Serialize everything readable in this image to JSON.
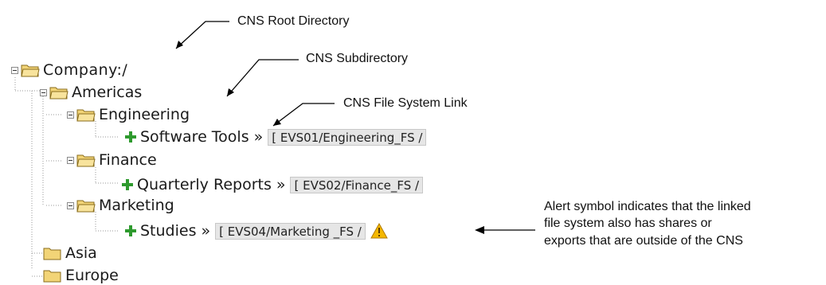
{
  "callouts": {
    "root": "CNS Root Directory",
    "subdirectory": "CNS Subdirectory",
    "link": "CNS File System Link",
    "alert_lines": [
      "Alert symbol indicates that the linked",
      "file system also has shares or",
      "exports that are outside of the CNS"
    ]
  },
  "tree": {
    "root": "Company:/",
    "americas": "Americas",
    "engineering": "Engineering",
    "software_tools": "Software Tools",
    "engineering_path": "[ EVS01/Engineering_FS /",
    "finance": "Finance",
    "quarterly_reports": "Quarterly Reports",
    "finance_path": "[ EVS02/Finance_FS /",
    "marketing": "Marketing",
    "studies": "Studies",
    "marketing_path": "[ EVS04/Marketing _FS /",
    "asia": "Asia",
    "europe": "Europe",
    "separator": "»"
  },
  "colors": {
    "folder_fill": "#f2d477",
    "folder_stroke": "#8a6d1c",
    "link_green": "#2e9a2e",
    "alert_yellow": "#f5b800"
  }
}
